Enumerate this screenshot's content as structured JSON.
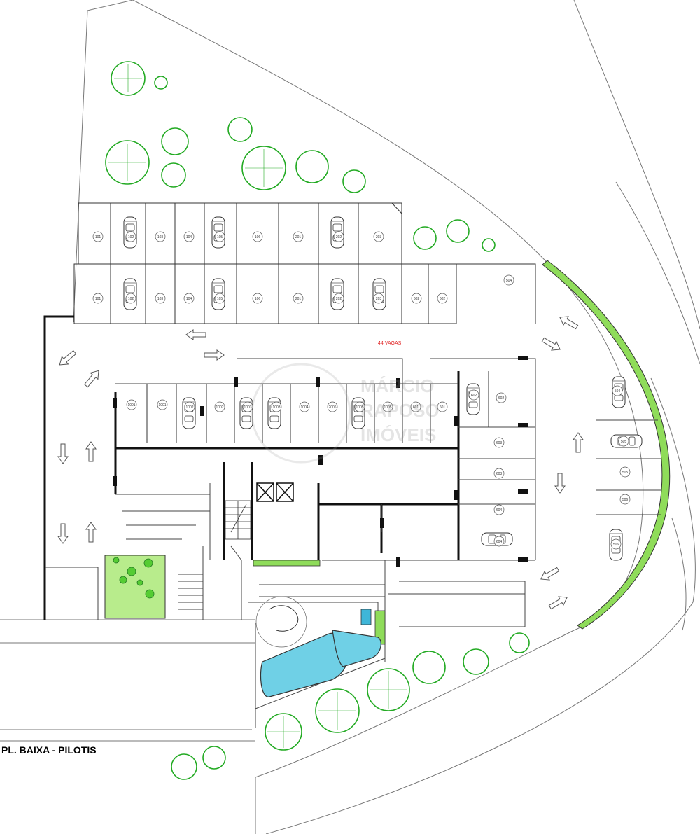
{
  "title": "PL. BAIXA - PILOTIS",
  "vagas_label": "44 VAGAS",
  "watermark": {
    "line1": "MÁRCIO",
    "line2": "RAPOSO",
    "line3": "IMÓVEIS"
  },
  "colors": {
    "vagas": "#e02020",
    "tree": "#22aa22",
    "green_strip": "#8fdc5a",
    "pool": "#6fd0e6",
    "wall": "#111111"
  },
  "parking_top_row": [
    "101",
    "102",
    "103",
    "104",
    "105",
    "106",
    "201",
    "202",
    "203"
  ],
  "parking_second_row": [
    "101",
    "102",
    "103",
    "104",
    "105",
    "106",
    "201",
    "202",
    "203",
    "602",
    "602"
  ],
  "parking_center_row": [
    "1001",
    "1001",
    "1002",
    "1002",
    "1003",
    "1003",
    "1004",
    "2006",
    "1005",
    "1005",
    "601",
    "601"
  ],
  "parking_right_pair": [
    "602",
    "602"
  ],
  "parking_right_column": [
    "603",
    "603",
    "604",
    "604"
  ],
  "parking_far_right": [
    "504",
    "504",
    "505",
    "505",
    "506",
    "506"
  ],
  "icons": [
    "tree-icon",
    "car-icon",
    "circulation-arrow-icon",
    "elevator-icon",
    "stair-icon",
    "pool-icon"
  ]
}
